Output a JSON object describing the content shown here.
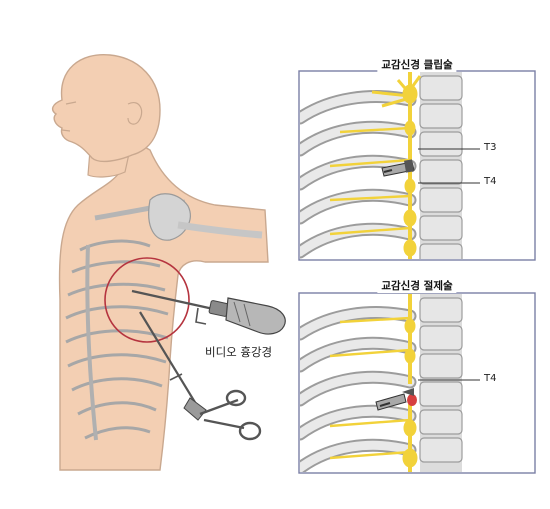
{
  "panels": {
    "top": {
      "title": "교감신경 클립술",
      "labels": [
        "T3",
        "T4"
      ]
    },
    "bottom": {
      "title": "교감신경 절제술",
      "labels": [
        "T4"
      ]
    }
  },
  "instrument": {
    "label": "비디오 흉강경"
  },
  "colors": {
    "skin": "#f3cfb3",
    "skin_outline": "#c9a88f",
    "bone": "#c9c9c9",
    "bone_outline": "#9a9a9a",
    "nerve": "#f2d23a",
    "panel_border": "#7b7fa6",
    "target_circle": "#b5343f",
    "clip_red": "#d64040"
  }
}
